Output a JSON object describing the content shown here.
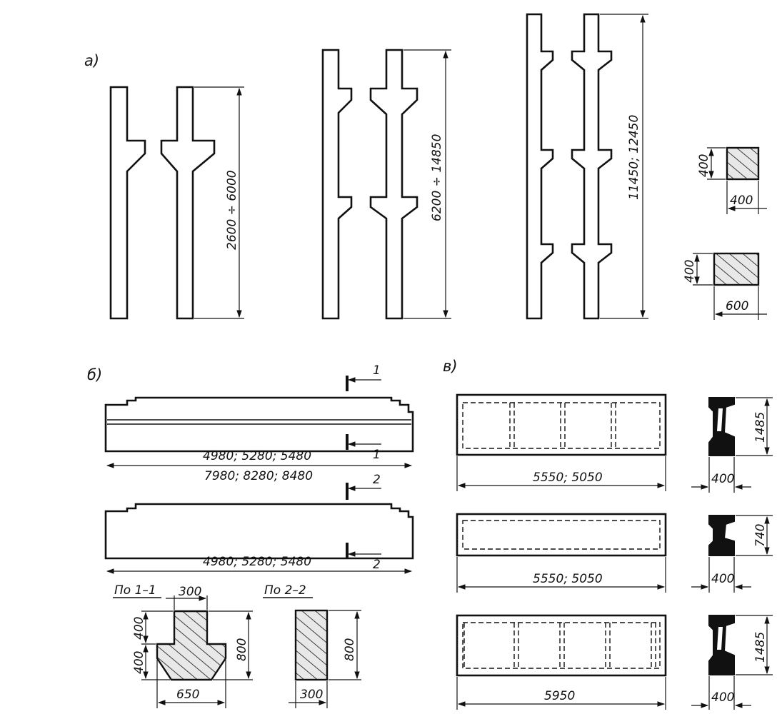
{
  "labels": {
    "part_a": "а)",
    "part_b": "б)",
    "part_c": "в)"
  },
  "columns": {
    "col1_height": "2600 ÷ 6000",
    "col2_height": "6200 ÷ 14850",
    "col3_height": "11450; 12450"
  },
  "column_sections": {
    "sec1_h": "400",
    "sec1_w": "400",
    "sec2_h": "400",
    "sec2_w": "600"
  },
  "beams": {
    "beam1_inner": "4980; 5280; 5480",
    "beam1_total": "7980; 8280; 8480",
    "beam2_length": "4980; 5280; 5480",
    "cut_1_top": "1",
    "cut_1_bottom": "1",
    "cut_2_top": "2",
    "cut_2_bottom": "2",
    "section_1_title": "По 1–1",
    "section_2_title": "По 2–2",
    "s1_top_width": "300",
    "s1_top_height": "400",
    "s1_bottom_height": "400",
    "s1_total_height": "800",
    "s1_bottom_width": "650",
    "s2_height": "800",
    "s2_width": "300"
  },
  "panels": {
    "panel1_length": "5550; 5050",
    "panel1_height": "1485",
    "panel1_width": "400",
    "panel2_length": "5550; 5050",
    "panel2_height": "740",
    "panel2_width": "400",
    "panel3_length": "5950",
    "panel3_height": "1485",
    "panel3_width": "400"
  }
}
